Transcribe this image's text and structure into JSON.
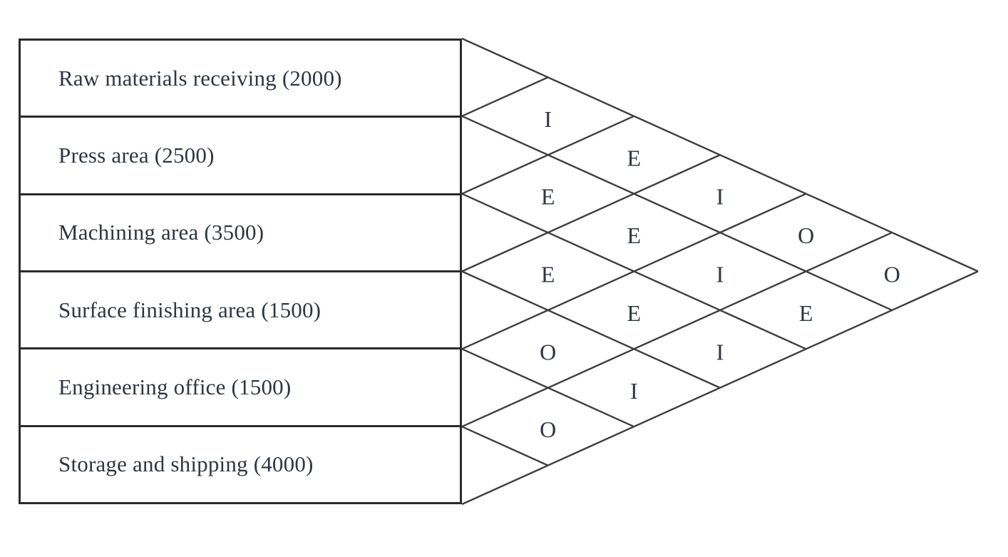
{
  "diagram": {
    "type": "activity-relationship-chart",
    "departments": [
      {
        "name": "Raw materials receiving",
        "area": 2000,
        "label": "Raw materials receiving (2000)"
      },
      {
        "name": "Press area",
        "area": 2500,
        "label": "Press area (2500)"
      },
      {
        "name": "Machining area",
        "area": 3500,
        "label": "Machining area (3500)"
      },
      {
        "name": "Surface finishing area",
        "area": 1500,
        "label": "Surface finishing area (1500)"
      },
      {
        "name": "Engineering office",
        "area": 1500,
        "label": "Engineering office (1500)"
      },
      {
        "name": "Storage and shipping",
        "area": 4000,
        "label": "Storage and shipping (4000)"
      }
    ],
    "relationships": [
      {
        "pair": [
          1,
          2
        ],
        "rating": "I"
      },
      {
        "pair": [
          1,
          3
        ],
        "rating": "E"
      },
      {
        "pair": [
          1,
          4
        ],
        "rating": "I"
      },
      {
        "pair": [
          1,
          5
        ],
        "rating": "O"
      },
      {
        "pair": [
          1,
          6
        ],
        "rating": "O"
      },
      {
        "pair": [
          2,
          3
        ],
        "rating": "E"
      },
      {
        "pair": [
          2,
          4
        ],
        "rating": "E"
      },
      {
        "pair": [
          2,
          5
        ],
        "rating": "I"
      },
      {
        "pair": [
          2,
          6
        ],
        "rating": "E"
      },
      {
        "pair": [
          3,
          4
        ],
        "rating": "E"
      },
      {
        "pair": [
          3,
          5
        ],
        "rating": "E"
      },
      {
        "pair": [
          3,
          6
        ],
        "rating": "I"
      },
      {
        "pair": [
          4,
          5
        ],
        "rating": "O"
      },
      {
        "pair": [
          4,
          6
        ],
        "rating": "I"
      },
      {
        "pair": [
          5,
          6
        ],
        "rating": "O"
      }
    ],
    "colors": {
      "line": "#3e3e3e",
      "table_border": "#2a2a2a",
      "text": "#2f3542",
      "background": "#ffffff"
    }
  }
}
